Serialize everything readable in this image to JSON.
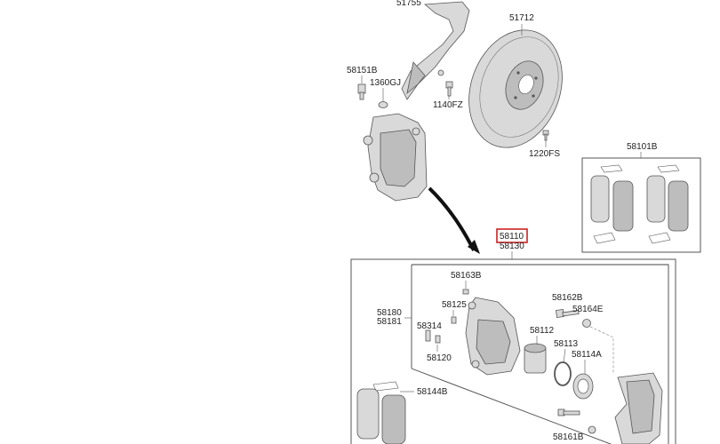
{
  "labels": {
    "shield_partial": "51755",
    "disc": "51712",
    "bolt_58151b": "58151B",
    "washer_1360gj": "1360GJ",
    "bolt_1140fz": "1140FZ",
    "screw_1220fs": "1220FS",
    "pad_kit": "58101B",
    "caliper_assy": "58110",
    "caliper_assy_alt": "58130",
    "pin_58163b": "58163B",
    "body_58180": "58180",
    "body_58181": "58181",
    "boot_58125": "58125",
    "nipple_58314": "58314",
    "cap_58120": "58120",
    "bolt_58162b": "58162B",
    "bleeder_58164e": "58164E",
    "piston_58112": "58112",
    "seal_58113": "58113",
    "boot_58114a": "58114A",
    "pads_58144b": "58144B",
    "bolt_58161b": "58161B"
  },
  "colors": {
    "highlight": "#cc2222",
    "line": "#444444",
    "part_fill": "#d9d9d9"
  }
}
